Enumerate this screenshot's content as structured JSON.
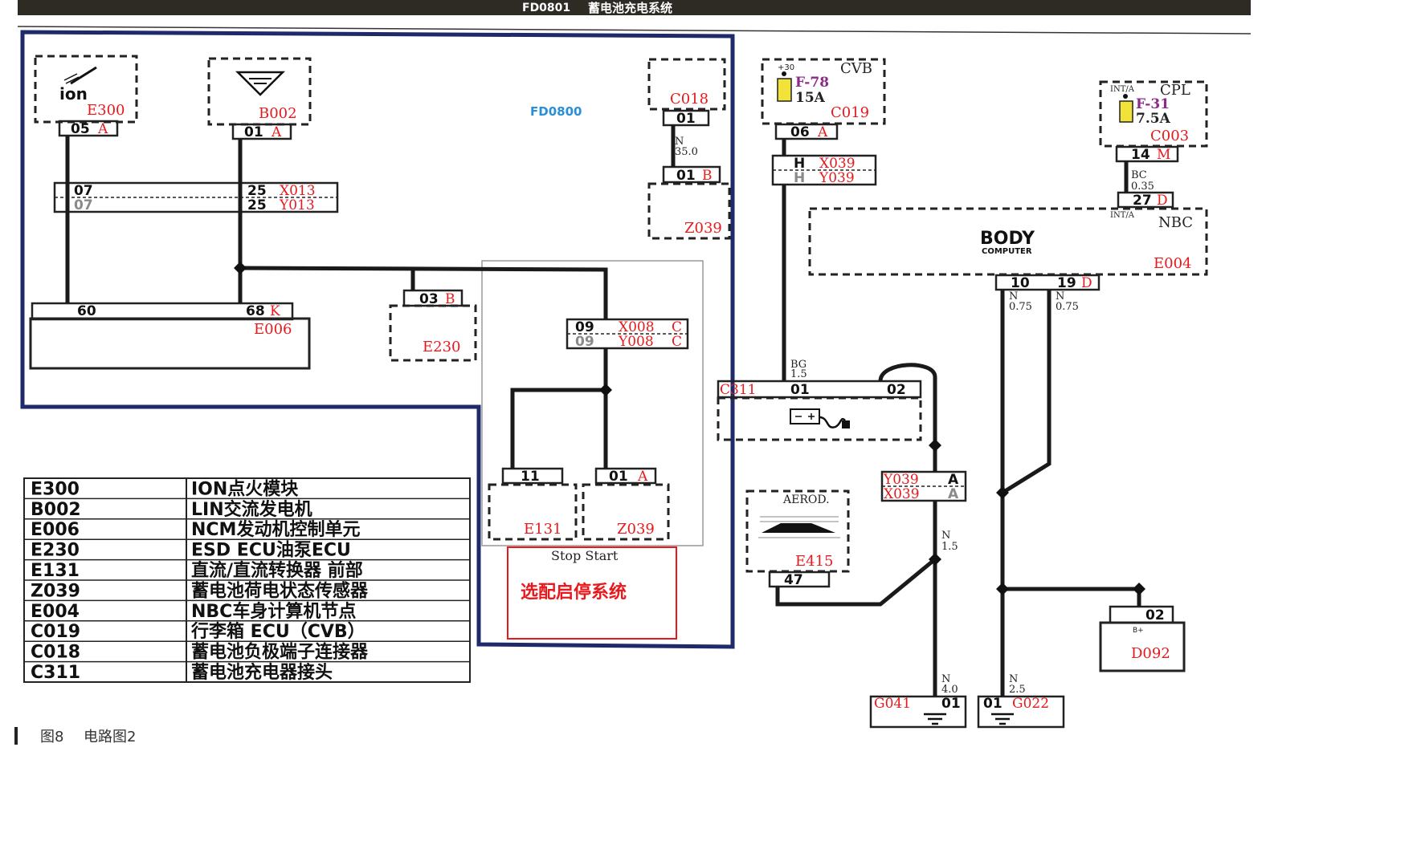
{
  "header": {
    "code": "FD0801",
    "title": "蓄电池充电系统"
  },
  "ref_link": "FD0800",
  "components": {
    "e300": {
      "label": "E300",
      "icon_text": "ion",
      "pin": "05",
      "pin_suffix": "A"
    },
    "b002": {
      "label": "B002",
      "pin": "01",
      "pin_suffix": "A"
    },
    "c018": {
      "label": "C018",
      "pin": "01"
    },
    "c018_wire": {
      "code": "N",
      "size": "35.0"
    },
    "z039_top": {
      "label": "Z039",
      "pin": "01",
      "pin_suffix": "B"
    },
    "c019": {
      "label": "C019",
      "box_name": "CVB",
      "plus": "+30",
      "fuse": "F-78",
      "amps": "15A",
      "pin": "06",
      "pin_suffix": "A"
    },
    "c003": {
      "label": "C003",
      "box_name": "CPL",
      "supply": "INT/A",
      "fuse": "F-31",
      "amps": "7.5A",
      "pin": "14",
      "pin_suffix": "M"
    },
    "c003_wire": {
      "code": "BC",
      "size": "0.35"
    },
    "e004": {
      "label": "E004",
      "box_name": "NBC",
      "supply": "INT/A",
      "title": "BODY",
      "subtitle": "COMPUTER",
      "pin_in": "27",
      "pin_in_suffix": "D",
      "pin_a": "10",
      "pin_b": "19",
      "pin_b_suffix": "D"
    },
    "e004_wire_a": {
      "code": "N",
      "size": "0.75"
    },
    "e004_wire_b": {
      "code": "N",
      "size": "0.75"
    },
    "x013": {
      "pin_left": "07",
      "pin_left_gray": "07",
      "pin_right": "25",
      "pin_right_gray": "25",
      "label_top": "X013",
      "label_bottom": "Y013"
    },
    "x039_top": {
      "pin": "H",
      "pin_gray": "H",
      "label_top": "X039",
      "label_bottom": "Y039"
    },
    "e006": {
      "label": "E006",
      "pin_a": "60",
      "pin_b": "68",
      "pin_b_suffix": "K"
    },
    "e230": {
      "label": "E230",
      "pin": "03",
      "pin_suffix": "B"
    },
    "x008": {
      "pin": "09",
      "pin_gray": "09",
      "label_top": "X008",
      "label_top_suffix": "C",
      "label_bottom": "Y008",
      "label_bottom_suffix": "C"
    },
    "e131": {
      "label": "E131",
      "pin": "11"
    },
    "z039_bottom": {
      "label": "Z039",
      "pin": "01",
      "pin_suffix": "A"
    },
    "stop_start": {
      "title": "Stop Start",
      "text": "选配启停系统"
    },
    "c311": {
      "label": "C311",
      "pin_a": "01",
      "pin_b": "02"
    },
    "c311_wire": {
      "code": "BG",
      "size": "1.5"
    },
    "y039_bottom": {
      "label_top": "Y039",
      "label_top_suffix": "A",
      "label_bottom": "X039",
      "label_bottom_suffix": "A"
    },
    "g041_wire_mid": {
      "code": "N",
      "size": "1.5"
    },
    "e415": {
      "label": "E415",
      "box_name": "AEROD.",
      "pin": "47"
    },
    "g041": {
      "label": "G041",
      "pin": "01"
    },
    "g041_wire": {
      "code": "N",
      "size": "4.0"
    },
    "g022": {
      "label": "G022",
      "pin": "01"
    },
    "g022_wire": {
      "code": "N",
      "size": "2.5"
    },
    "d092": {
      "label": "D092",
      "pin": "02",
      "sub": "B+"
    }
  },
  "legend": [
    {
      "code": "E300",
      "desc": "ION点火模块"
    },
    {
      "code": "B002",
      "desc": "LIN交流发电机"
    },
    {
      "code": "E006",
      "desc": "NCM发动机控制单元"
    },
    {
      "code": "E230",
      "desc": "ESD ECU油泵ECU"
    },
    {
      "code": "E131",
      "desc": "直流/直流转换器 前部"
    },
    {
      "code": "Z039",
      "desc": "蓄电池荷电状态传感器"
    },
    {
      "code": "E004",
      "desc": "NBC车身计算机节点"
    },
    {
      "code": "C019",
      "desc": "行李箱 ECU（CVB）"
    },
    {
      "code": "C018",
      "desc": "蓄电池负极端子连接器"
    },
    {
      "code": "C311",
      "desc": "蓄电池充电器接头"
    }
  ],
  "caption": {
    "figure": "图8",
    "text": "电路图2"
  },
  "colors": {
    "label_red": "#e8191c",
    "link_blue": "#2a8fd6",
    "frame_navy": "#1f2a6b",
    "fuse_yellow": "#f2e33a"
  }
}
